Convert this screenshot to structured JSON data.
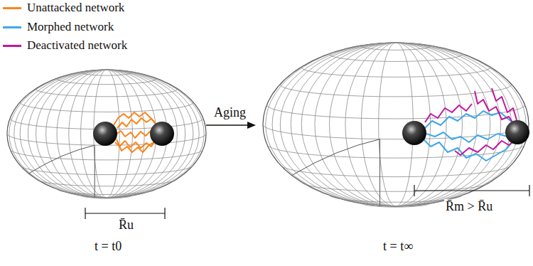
{
  "diagram": {
    "labels": [
      "Aging",
      "R̄u",
      "R̄m > R̄u",
      "t = t0",
      "t = t∞"
    ],
    "legend": [
      {
        "text": "Unattacked network",
        "color": "#f7861e"
      },
      {
        "text": "Morphed network",
        "color": "#3fa8e8"
      },
      {
        "text": "Deactivated network",
        "color": "#c2179e"
      }
    ]
  }
}
